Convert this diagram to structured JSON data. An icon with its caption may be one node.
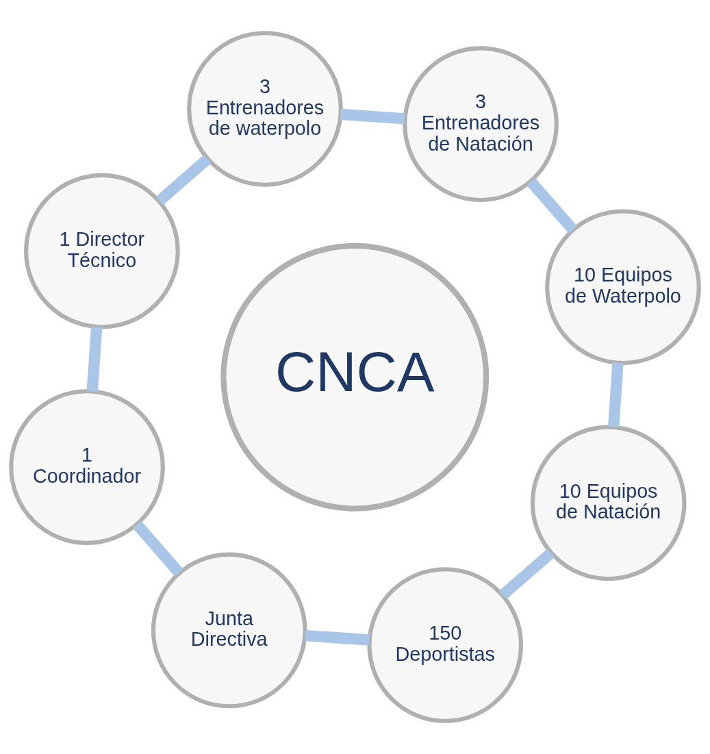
{
  "diagram": {
    "nodes": [
      {
        "text": [
          "150 Deportistas"
        ]
      },
      {
        "text": [
          "10 Equipos de Natación"
        ]
      },
      {
        "text": [
          "10 Equipos de Waterpolo"
        ]
      },
      {
        "text": [
          "3 Entrenadores de Natación"
        ]
      },
      {
        "text": [
          "3 Entrenadores de waterpolo"
        ]
      },
      {
        "text": [
          "1 Director Técnico"
        ]
      },
      {
        "text": [
          "1 Coordinador"
        ]
      },
      {
        "text": [
          "Junta Directiva"
        ]
      },
      {
        "text": [
          "CNCA"
        ]
      }
    ],
    "edges": [
      {
        "from": 0,
        "to": 1,
        "arrow": "none"
      },
      {
        "from": 1,
        "to": 2,
        "arrow": "none"
      },
      {
        "from": 2,
        "to": 3,
        "arrow": "none"
      },
      {
        "from": 3,
        "to": 4,
        "arrow": "none"
      },
      {
        "from": 4,
        "to": 5,
        "arrow": "none"
      },
      {
        "from": 5,
        "to": 6,
        "arrow": "none"
      },
      {
        "from": 6,
        "to": 7,
        "arrow": "none"
      },
      {
        "from": 7,
        "to": 0,
        "arrow": "none"
      }
    ]
  }
}
